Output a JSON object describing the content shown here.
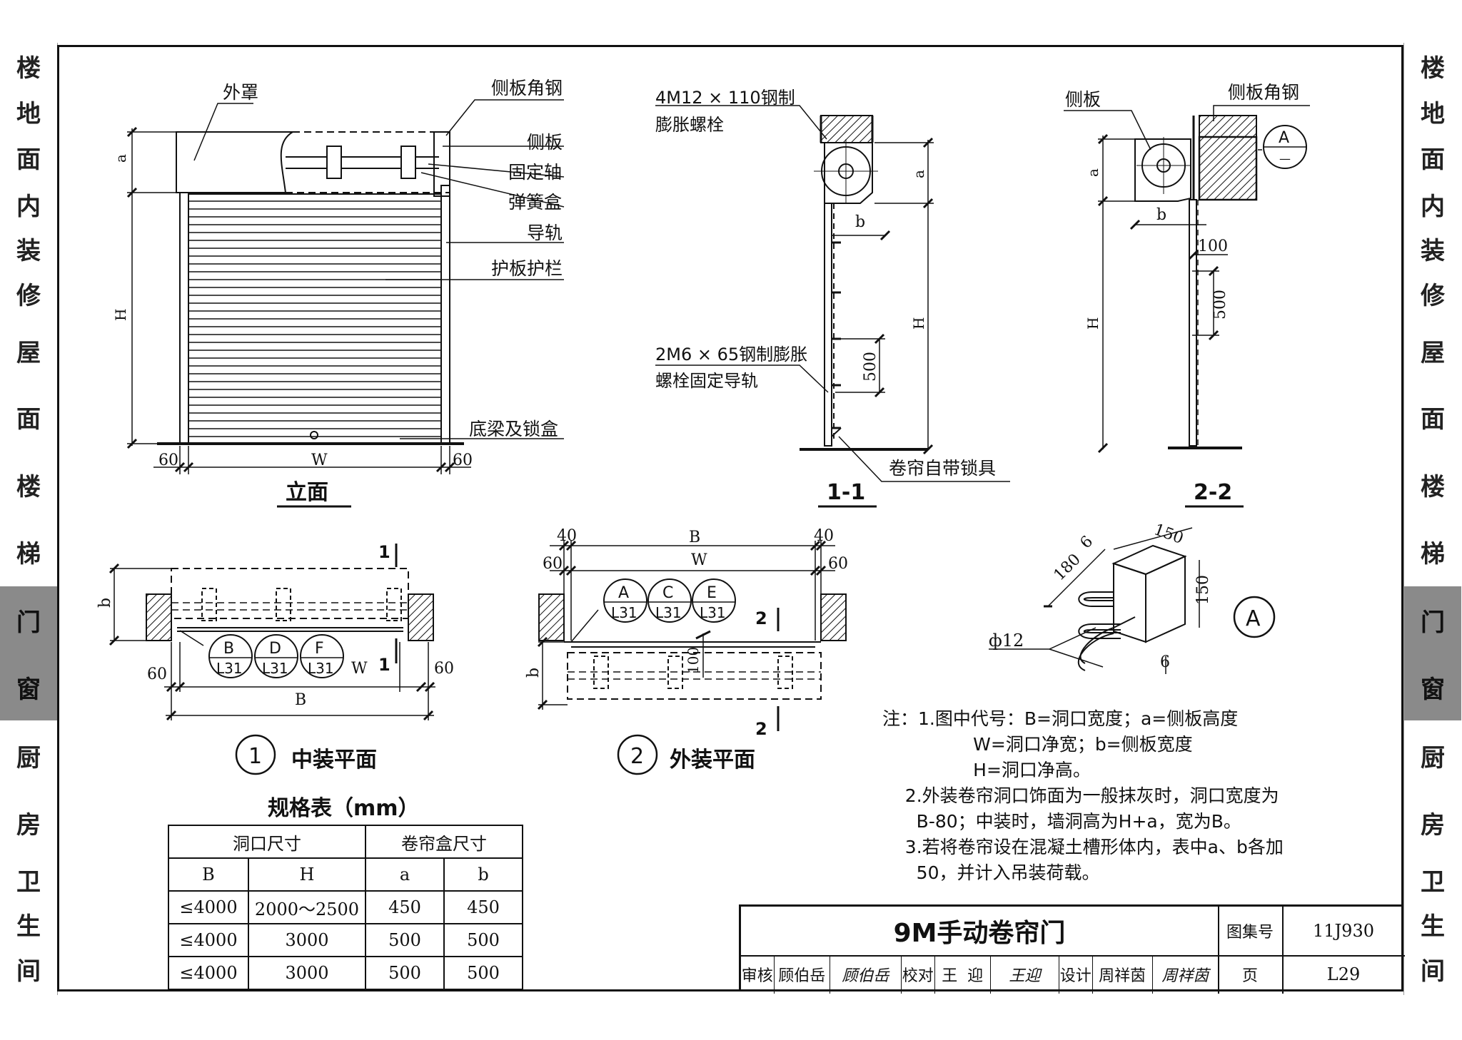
{
  "side_tabs": [
    {
      "label": "楼地面",
      "active": false
    },
    {
      "label": "内装修",
      "active": false
    },
    {
      "label": "屋面",
      "active": false
    },
    {
      "label": "楼梯",
      "active": false
    },
    {
      "label": "门窗",
      "active": true
    },
    {
      "label": "厨房",
      "active": false
    },
    {
      "label": "卫生间",
      "active": false
    }
  ],
  "elevation": {
    "title": "立面",
    "labels": {
      "cover": "外罩",
      "side_angle": "侧板角钢",
      "side_plate": "侧板",
      "fixed_shaft": "固定轴",
      "spring_box": "弹簧盒",
      "guide_rail": "导轨",
      "guard_panel": "护板护栏",
      "bottom_beam": "底梁及锁盒"
    },
    "dims": {
      "a": "a",
      "H": "H",
      "W": "W",
      "left": "60",
      "right": "60"
    }
  },
  "section_1": {
    "title": "1-1",
    "bolt_top": [
      "4M12 × 110钢制",
      "膨胀螺栓"
    ],
    "bolt_rail": [
      "2M6 × 65钢制膨胀",
      "螺栓固定导轨"
    ],
    "lock": "卷帘自带锁具",
    "dims": {
      "a": "a",
      "b": "b",
      "H": "H",
      "spacing": "500"
    }
  },
  "section_2": {
    "title": "2-2",
    "side_plate": "侧板",
    "side_angle": "侧板角钢",
    "detail_ref": "A",
    "detail_sub": "—",
    "dims": {
      "a": "a",
      "b": "b",
      "H": "H",
      "d100": "100",
      "d500": "500"
    }
  },
  "plan_1": {
    "number": "1",
    "title": "中装平面",
    "cut": "1",
    "refs": [
      {
        "letter": "B",
        "sheet": "L31"
      },
      {
        "letter": "D",
        "sheet": "L31"
      },
      {
        "letter": "F",
        "sheet": "L31"
      }
    ],
    "dims": {
      "b": "b",
      "W": "W",
      "B": "B",
      "left": "60",
      "right": "60"
    }
  },
  "plan_2": {
    "number": "2",
    "title": "外装平面",
    "cut": "2",
    "refs": [
      {
        "letter": "A",
        "sheet": "L31"
      },
      {
        "letter": "C",
        "sheet": "L31"
      },
      {
        "letter": "E",
        "sheet": "L31"
      }
    ],
    "dims": {
      "B": "B",
      "W": "W",
      "b": "b",
      "d40l": "40",
      "d40r": "40",
      "d60l": "60",
      "d60r": "60",
      "d100": "100"
    }
  },
  "detail_A": {
    "label": "A",
    "dims": {
      "d6a": "6",
      "d150a": "150",
      "d180": "180",
      "d150b": "150",
      "d6b": "6",
      "phi": "ф12"
    }
  },
  "notes": {
    "lines": [
      "注：1.图中代号：B=洞口宽度；a=侧板高度",
      "                W=洞口净宽；b=侧板宽度",
      "                H=洞口净高。",
      "    2.外装卷帘洞口饰面为一般抹灰时，洞口宽度为",
      "      B-80；中装时，墙洞高为H+a，宽为B。",
      "    3.若将卷帘设在混凝土槽形体内，表中a、b各加",
      "      50，并计入吊装荷载。"
    ]
  },
  "spec_table": {
    "title": "规格表（mm）",
    "group_headers": [
      "洞口尺寸",
      "卷帘盒尺寸"
    ],
    "columns": [
      "B",
      "H",
      "a",
      "b"
    ],
    "rows": [
      [
        "≤4000",
        "2000～2500",
        "450",
        "450"
      ],
      [
        "≤4000",
        "3000",
        "500",
        "500"
      ],
      [
        "≤4000",
        "3000",
        "500",
        "500"
      ]
    ]
  },
  "title_block": {
    "title": "9M手动卷帘门",
    "atlas_label": "图集号",
    "atlas_no": "11J930",
    "page_label": "页",
    "page_no": "L29",
    "review_label": "审核",
    "reviewer": "顾伯岳",
    "reviewer_sig": "顾伯岳",
    "check_label": "校对",
    "checker": "王  迎",
    "checker_sig": "王迎",
    "design_label": "设计",
    "designer": "周祥茵",
    "designer_sig": "周祥茵"
  }
}
